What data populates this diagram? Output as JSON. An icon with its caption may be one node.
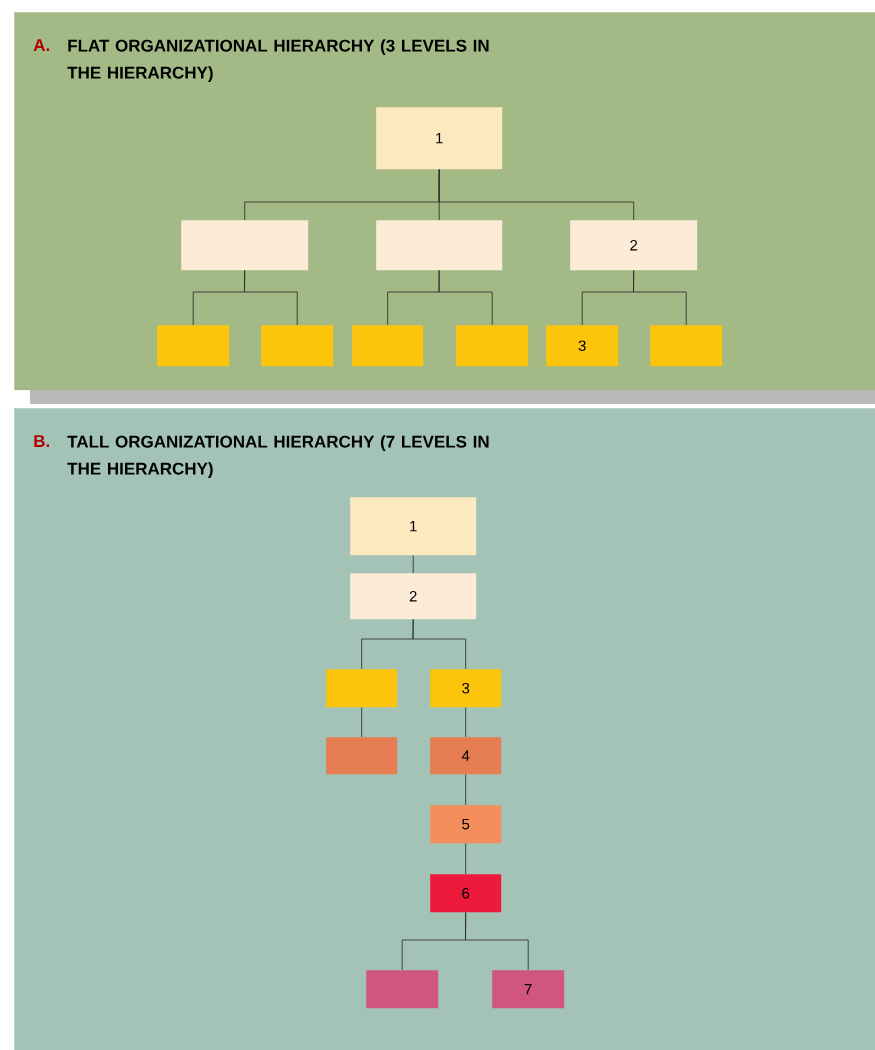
{
  "diagram": {
    "nodes": [
      {
        "text": [
          "A.",
          "FLAT ORGANIZATIONAL HIERARCHY (3 LEVELS IN THE HIERARCHY)"
        ]
      },
      {
        "text": [
          "1"
        ],
        "in": 0
      },
      {
        "text": [],
        "shape": "box",
        "in": 0
      },
      {
        "text": [],
        "shape": "box",
        "in": 0
      },
      {
        "text": [
          "2"
        ],
        "in": 0
      },
      {
        "text": [],
        "shape": "box",
        "in": 0
      },
      {
        "text": [],
        "shape": "box",
        "in": 0
      },
      {
        "text": [],
        "shape": "box",
        "in": 0
      },
      {
        "text": [],
        "shape": "box",
        "in": 0
      },
      {
        "text": [
          "3"
        ],
        "in": 0
      },
      {
        "text": [],
        "shape": "box",
        "in": 0
      },
      {
        "text": [
          "B.",
          "TALL ORGANIZATIONAL HIERARCHY (7 LEVELS IN THE HIERARCHY)"
        ]
      },
      {
        "text": [
          "1"
        ],
        "in": 11
      },
      {
        "text": [
          "2"
        ],
        "in": 11
      },
      {
        "text": [],
        "shape": "box",
        "in": 11
      },
      {
        "text": [
          "3"
        ],
        "in": 11
      },
      {
        "text": [],
        "shape": "box",
        "in": 11
      },
      {
        "text": [
          "4"
        ],
        "in": 11
      },
      {
        "text": [
          "5"
        ],
        "in": 11
      },
      {
        "text": [
          "6"
        ],
        "in": 11
      },
      {
        "text": [],
        "shape": "box",
        "in": 11
      },
      {
        "text": [
          "7"
        ],
        "in": 11
      }
    ],
    "edges": [
      {
        "from": 1,
        "to": 2,
        "arrow": "none"
      },
      {
        "from": 1,
        "to": 3,
        "arrow": "none"
      },
      {
        "from": 1,
        "to": 4,
        "arrow": "none"
      },
      {
        "from": 2,
        "to": 5,
        "arrow": "none"
      },
      {
        "from": 2,
        "to": 6,
        "arrow": "none"
      },
      {
        "from": 3,
        "to": 7,
        "arrow": "none"
      },
      {
        "from": 3,
        "to": 8,
        "arrow": "none"
      },
      {
        "from": 4,
        "to": 9,
        "arrow": "none"
      },
      {
        "from": 4,
        "to": 10,
        "arrow": "none"
      },
      {
        "from": 12,
        "to": 13,
        "arrow": "none"
      },
      {
        "from": 13,
        "to": 14,
        "arrow": "none"
      },
      {
        "from": 13,
        "to": 15,
        "arrow": "none"
      },
      {
        "from": 14,
        "to": 16,
        "arrow": "none"
      },
      {
        "from": 15,
        "to": 17,
        "arrow": "none"
      },
      {
        "from": 17,
        "to": 18,
        "arrow": "none"
      },
      {
        "from": 18,
        "to": 19,
        "arrow": "none"
      },
      {
        "from": 19,
        "to": 20,
        "arrow": "none"
      },
      {
        "from": 19,
        "to": 21,
        "arrow": "none"
      }
    ]
  }
}
